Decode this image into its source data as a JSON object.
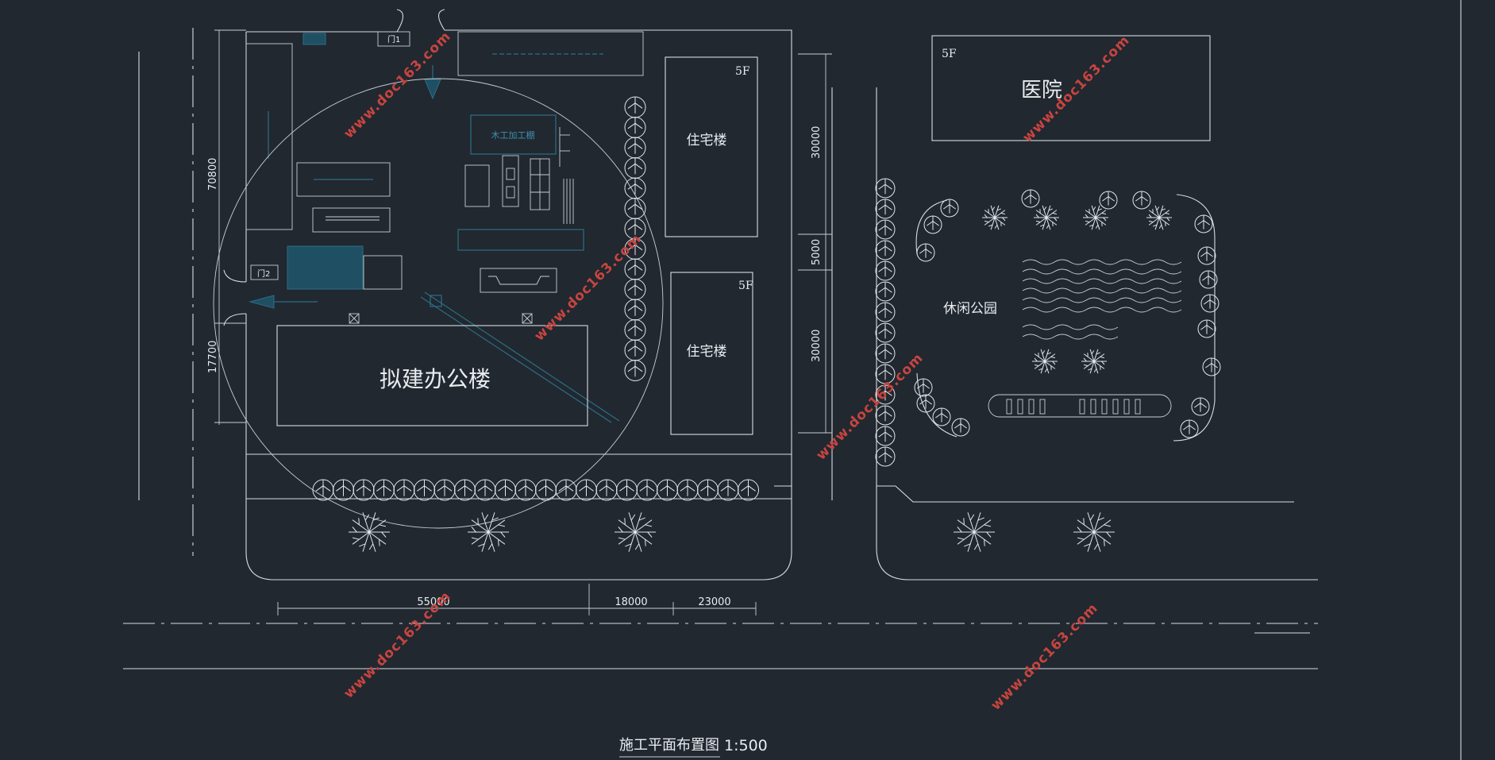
{
  "title": "施工平面布置图",
  "scale": "1:500",
  "buildings": {
    "office": "拟建办公楼",
    "hospital": "医院",
    "hospital_floors": "5F",
    "residential_1": "住宅楼",
    "residential_1_floors": "5F",
    "residential_2": "住宅楼",
    "residential_2_floors": "5F",
    "park": "休闲公园"
  },
  "site_labels": {
    "gate_1": "门1",
    "gate_2": "门2",
    "carpentry_shed": "木工加工棚"
  },
  "dimensions": {
    "left_upper": "70800",
    "left_lower": "17700",
    "right_upper": "30000",
    "right_middle": "5000",
    "right_lower": "30000",
    "bottom_1": "55000",
    "bottom_2": "18000",
    "bottom_3": "23000"
  },
  "watermark": "www.doc163.com",
  "colors": {
    "background": "#212830",
    "line": "#d8dce0",
    "cyan": "#2c6d86",
    "watermark": "#c8443f"
  }
}
